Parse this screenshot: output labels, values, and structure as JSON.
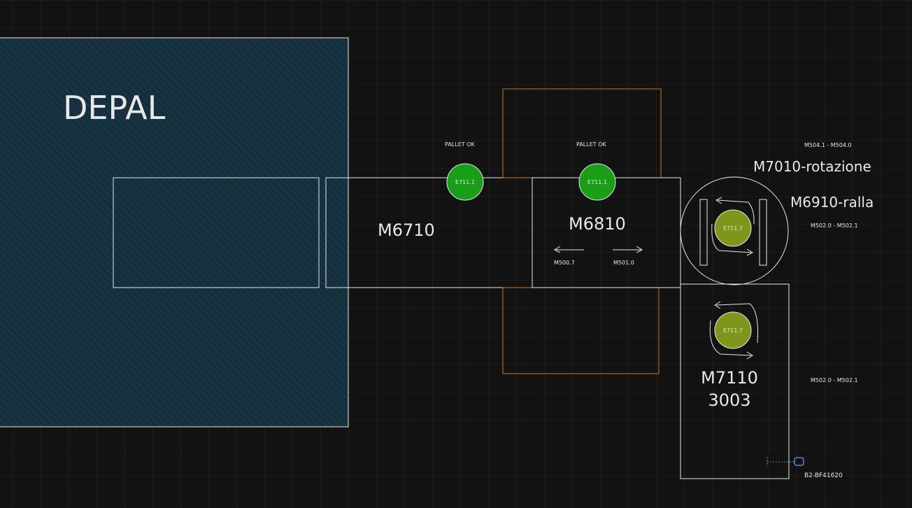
{
  "labels": {
    "depal": "DEPAL",
    "m6710": "M6710",
    "m6810": "M6810",
    "m7010": "M7010-rotazione",
    "m6910": "M6910-ralla",
    "m7110_line1": "M7110",
    "m7110_line2": "3003",
    "pallet_ok_1": "PALLET OK",
    "pallet_ok_2": "PALLET OK",
    "m500_7": "M500.7",
    "m501_0": "M501.0",
    "m504": "M504.1 - M504.0",
    "m502_a": "M502.0 - M502.1",
    "m502_b": "M502.0 - M502.1",
    "b2_bf41620": "B2-BF41620"
  },
  "sensors": {
    "s1": "E711.1",
    "s2": "E711.1",
    "s3": "E711.7",
    "s4": "E711.7"
  },
  "colors": {
    "background": "#121212",
    "grid": "#262626",
    "depal_fill": "#173341",
    "outline": "#e8e8e8",
    "orange_outline": "#c47a1e",
    "sensor_green": "#1a9e1a",
    "sensor_olive": "#7f961c",
    "link_blue": "#4a90c8"
  }
}
